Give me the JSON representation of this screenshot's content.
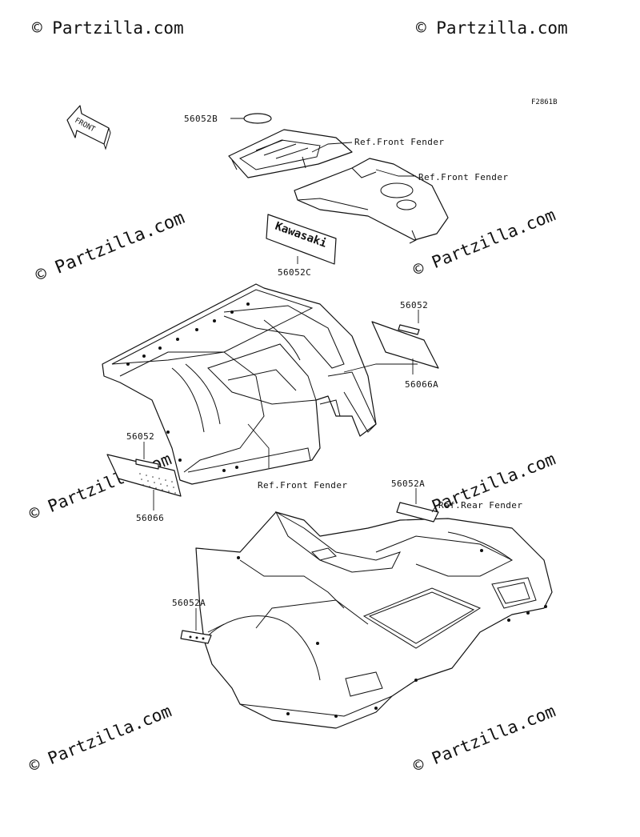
{
  "figure_code": "F2861B",
  "front_arrow": "FRONT",
  "watermark_main": "© Partzilla.com",
  "watermark_faint": "© Partzilla.com",
  "decal_brand": "Kawasaki",
  "callouts": {
    "c_56052B": "56052B",
    "c_ref_front_fender_1": "Ref.Front Fender",
    "c_ref_front_fender_2": "Ref.Front Fender",
    "c_56052C": "56052C",
    "c_56052_right": "56052",
    "c_56066A": "56066A",
    "c_56052_left": "56052",
    "c_56066": "56066",
    "c_ref_front_fender_3": "Ref.Front Fender",
    "c_56052A_top": "56052A",
    "c_ref_rear_fender": "Ref.Rear Fender",
    "c_56052A_left": "56052A"
  }
}
